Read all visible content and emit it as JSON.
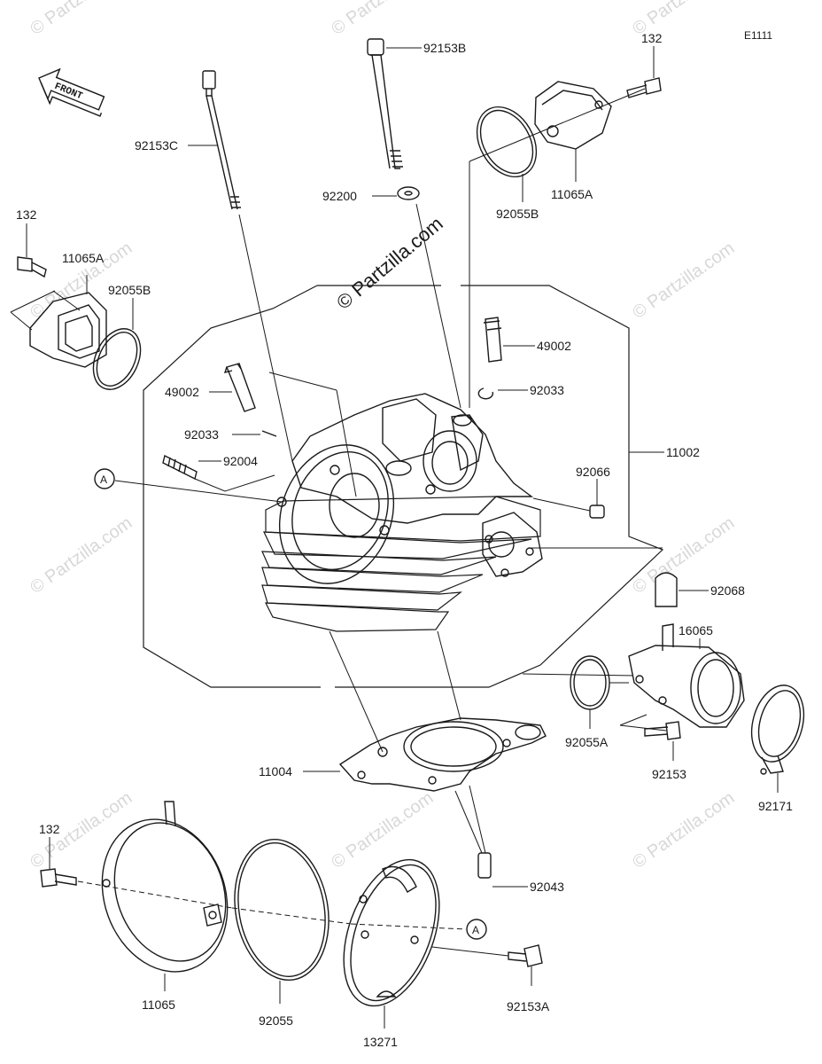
{
  "diagram_code": "E1111",
  "front_arrow": {
    "label": "FRONT"
  },
  "watermark": {
    "main": "© Partzilla.com",
    "repeat": "© Partzilla.com"
  },
  "reference_marker": "A",
  "parts": {
    "p92153B": "92153B",
    "p132_top": "132",
    "p92153C": "92153C",
    "p92200": "92200",
    "p92055B_top": "92055B",
    "p11065A_top": "11065A",
    "p132_left": "132",
    "p11065A_left": "11065A",
    "p92055B_left": "92055B",
    "p49002_right": "49002",
    "p92033_right": "92033",
    "p49002_left": "49002",
    "p92033_left": "92033",
    "p92004": "92004",
    "p92066": "92066",
    "p11002": "11002",
    "p92068": "92068",
    "p16065": "16065",
    "p92055A": "92055A",
    "p92153": "92153",
    "p92171": "92171",
    "p11004": "11004",
    "p132_bottom": "132",
    "p92043": "92043",
    "p92153A": "92153A",
    "p11065": "11065",
    "p92055": "92055",
    "p13271": "13271"
  }
}
